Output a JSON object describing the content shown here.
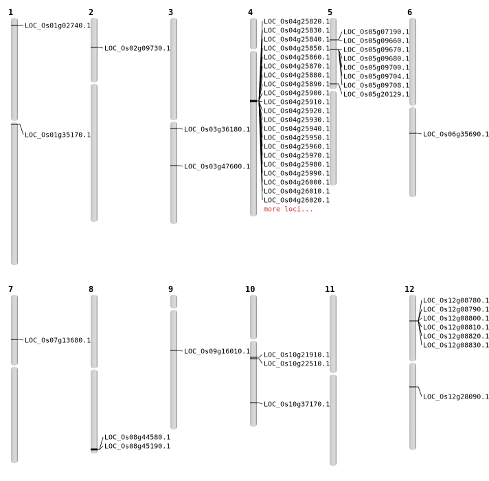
{
  "chromosomes": [
    {
      "name": "1",
      "loci": [
        "LOC_Os01g02740.1",
        "LOC_Os01g35170.1"
      ]
    },
    {
      "name": "2",
      "loci": [
        "LOC_Os02g09730.1"
      ]
    },
    {
      "name": "3",
      "loci": [
        "LOC_Os03g36180.1",
        "LOC_Os03g47600.1"
      ]
    },
    {
      "name": "4",
      "loci": [
        "LOC_Os04g25820.1",
        "LOC_Os04g25830.1",
        "LOC_Os04g25840.1",
        "LOC_Os04g25850.1",
        "LOC_Os04g25860.1",
        "LOC_Os04g25870.1",
        "LOC_Os04g25880.1",
        "LOC_Os04g25890.1",
        "LOC_Os04g25900.1",
        "LOC_Os04g25910.1",
        "LOC_Os04g25920.1",
        "LOC_Os04g25930.1",
        "LOC_Os04g25940.1",
        "LOC_Os04g25950.1",
        "LOC_Os04g25960.1",
        "LOC_Os04g25970.1",
        "LOC_Os04g25980.1",
        "LOC_Os04g25990.1",
        "LOC_Os04g26000.1",
        "LOC_Os04g26010.1",
        "LOC_Os04g26020.1"
      ],
      "more": "more loci..."
    },
    {
      "name": "5",
      "loci": [
        "LOC_Os05g07190.1",
        "LOC_Os05g09660.1",
        "LOC_Os05g09670.1",
        "LOC_Os05g09680.1",
        "LOC_Os05g09700.1",
        "LOC_Os05g09704.1",
        "LOC_Os05g09708.1",
        "LOC_Os05g20129.1"
      ]
    },
    {
      "name": "6",
      "loci": [
        "LOC_Os06g35690.1"
      ]
    },
    {
      "name": "7",
      "loci": [
        "LOC_Os07g13680.1"
      ]
    },
    {
      "name": "8",
      "loci": [
        "LOC_Os08g44580.1",
        "LOC_Os08g45190.1"
      ]
    },
    {
      "name": "9",
      "loci": [
        "LOC_Os09g16010.1"
      ]
    },
    {
      "name": "10",
      "loci": [
        "LOC_Os10g21910.1",
        "LOC_Os10g22510.1",
        "LOC_Os10g37170.1"
      ]
    },
    {
      "name": "11",
      "loci": []
    },
    {
      "name": "12",
      "loci": [
        "LOC_Os12g08780.1",
        "LOC_Os12g08790.1",
        "LOC_Os12g08800.1",
        "LOC_Os12g08810.1",
        "LOC_Os12g08820.1",
        "LOC_Os12g08830.1",
        "LOC_Os12g28090.1"
      ]
    }
  ],
  "colors": {
    "chromosome": "#d4d4d4",
    "marker": "#000000",
    "more_link": "#d0312d"
  }
}
